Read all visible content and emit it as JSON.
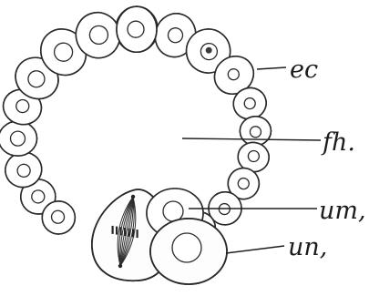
{
  "figure": {
    "labels": {
      "ec": "ec",
      "fh": "fh.",
      "um1": "um,",
      "un1": "un,"
    }
  }
}
